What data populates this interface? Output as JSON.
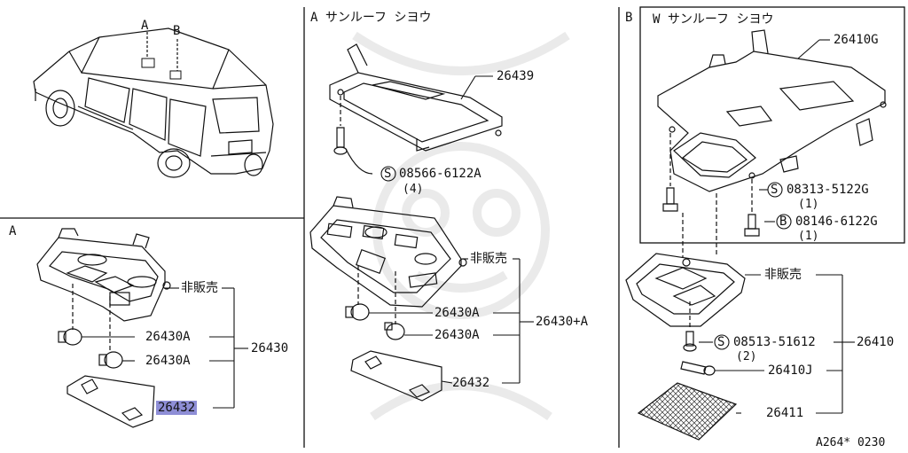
{
  "overview": {
    "callout_a": "A",
    "callout_b": "B"
  },
  "panel_a_left": {
    "title": "A",
    "parts": {
      "not_sold": "非販売",
      "bulb_1": "26430A",
      "bulb_2": "26430A",
      "assembly": "26430",
      "lens": "26432"
    }
  },
  "panel_a_center": {
    "title": "A サンルーフ シヨウ",
    "parts": {
      "bracket": "26439",
      "screw": "08566-6122A",
      "screw_qty": "(4)",
      "not_sold": "非販売",
      "bulb_1": "26430A",
      "bulb_2": "26430A",
      "assembly": "26430+A",
      "lens": "26432"
    }
  },
  "panel_b": {
    "title": "B",
    "subtitle": "W サンルーフ シヨウ",
    "parts": {
      "bracket": "26410G",
      "screw_1": "08313-5122G",
      "screw_1_qty": "(1)",
      "bolt": "08146-6122G",
      "bolt_qty": "(1)",
      "not_sold": "非販売",
      "screw_2": "08513-51612",
      "screw_2_qty": "(2)",
      "assembly": "26410",
      "bulb": "26410J",
      "lens": "26411"
    },
    "symbol_s": "S",
    "symbol_b": "B"
  },
  "footer": {
    "code": "A264* 0230"
  },
  "colors": {
    "line": "#1a1a1a",
    "highlight": "#8e8ed6",
    "watermark": "#ececec"
  }
}
